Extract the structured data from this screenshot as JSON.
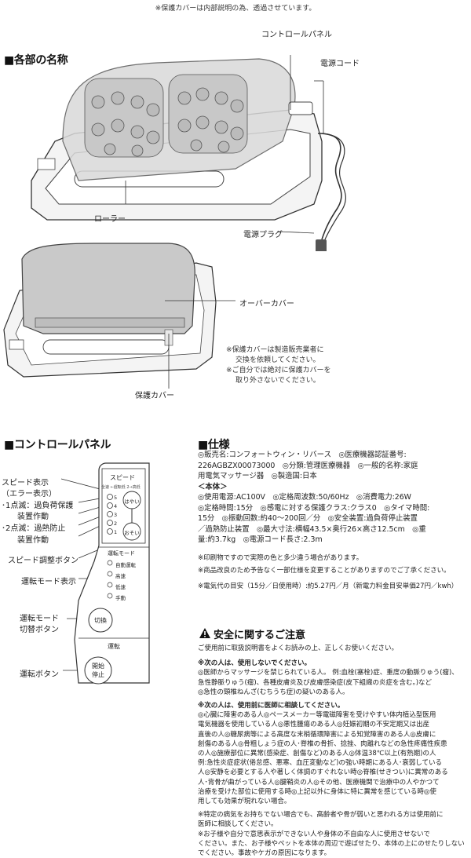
{
  "top_note": "※保護カバーは内部説明の為、透過させています。",
  "parts": {
    "heading": "■各部の名称",
    "control_panel": "コントロールパネル",
    "power_cord": "電源コード",
    "roller": "ローラー",
    "power_plug": "電源プラグ",
    "over_cover": "オーバーカバー",
    "protective_cover": "保護カバー",
    "cover_note_1": "※保護カバーは製造販売業者に",
    "cover_note_2": "交換を依頼してください。",
    "cover_note_3": "※ご自分では絶対に保護カバーを",
    "cover_note_4": "取り外さないでください。"
  },
  "panel": {
    "heading": "■コントロールパネル",
    "speed_display": "スピード表示",
    "error_display": "（エラー表示）",
    "one_blink_1": "･1点滅：過負荷保護",
    "one_blink_2": "装置作動",
    "two_blink_1": "･2点滅：過熱防止",
    "two_blink_2": "装置作動",
    "speed_button": "スピード調整ボタン",
    "mode_display": "運転モード表示",
    "mode_switch_1": "運転モード",
    "mode_switch_2": "切替ボタン",
    "run_button": "運転ボタン",
    "dev_speed": "スピード",
    "dev_speed_sub": "全速 ←遅転低 2→高低",
    "dev_fast": "はやい",
    "dev_slow": "おそい",
    "dev_levels": [
      "5",
      "4",
      "3",
      "2",
      "1"
    ],
    "dev_mode_title": "運転モード",
    "dev_modes": [
      "自動運転",
      "高速",
      "低速",
      "手動"
    ],
    "dev_switch": "切換",
    "dev_run_title": "運転",
    "dev_run_1": "開始",
    "dev_run_2": "停止"
  },
  "spec": {
    "heading": "■仕様",
    "lines": [
      "◎販売名:コンフォートウィン・リバース　◎医療機器認証番号:",
      "226AGBZX00073000　◎分類:管理医療機器　◎一般的名称:家庭",
      "用電気マッサージ器　◎製造国:日本",
      "＜本体＞",
      "◎使用電源:AC100V　◎定格周波数:50/60Hz　◎消費電力:26W",
      "◎定格時間:15分　◎感電に対する保護クラス:クラス0　◎タイマ時間:",
      "15分　◎振動回数:約40～200回／分　◎安全装置:過負荷停止装置",
      "／過熱防止装置　◎最大寸法:横幅43.5×奥行26×高さ12.5cm　◎重",
      "量:約3.7kg　◎電源コード長さ:2.3m"
    ],
    "note_1": "※印刷物ですので実際の色と多少違う場合があります。",
    "note_2": "※商品改良のため予告なく一部仕様を変更することがありますのでご了承ください。",
    "note_3": "※電気代の目安（15分／日使用時）:約5.27円／月（新電力料金目安単価27円／kwh）"
  },
  "safety": {
    "title": "安全に関するご注意",
    "intro": "ご使用前に取扱説明書をよくお読みの上、正しくお使いください。",
    "no_use_title": "※次の人は、使用しないでください。",
    "no_use_lines": [
      "◎医師からマッサージを禁じられている人。 例:血栓(塞栓)症、重度の動脈りゅう(瘤)、",
      "急性静脈りゅう(瘤)、各種皮膚炎及び皮膚感染症(皮下組織の炎症を含む。)など",
      "◎急性の頸椎ねんざ(むちうち症)の疑いのある人。"
    ],
    "consult_title": "※次の人は、使用前に医師に相談してください。",
    "consult_lines": [
      "◎心臓に障害のある人◎ペースメーカー等電磁障害を受けやすい体内植込型医用",
      "電気機器を使用している人◎悪性腫瘍のある人◎妊娠初期の不安定期又は出産",
      "直後の人◎糖尿病等による高度な末梢循環障害による知覚障害のある人◎皮膚に",
      "創傷のある人◎骨粗しょう症の人･脊椎の骨折、捻挫、肉離れなどの急性疼痛性疾患",
      "の人◎施療部位に異常(感染症、創傷など)のある人◎体温38℃以上(有熱期)の人",
      "例:急性炎症症状(倦怠感、悪寒、血圧変動など)の強い時期にある人･衰弱している",
      "人◎安静を必要とする人や著しく体調のすぐれない時◎脊椎(せきつい)に異常のある",
      "人･背骨が曲がっている人◎腱鞘炎の人◎その他、医療機関で治療中の人やかつて",
      "治療を受けた部位に使用する時◎上記以外に身体に特に異常を感じている時◎使",
      "用しても効果が現れない場合。"
    ],
    "extra_lines": [
      "※特定の病気をお持ちでない場合でも、高齢者や骨が弱いと思われる方は使用前に",
      "医師に相談してください。",
      "※お子様や自分で意思表示ができない人や身体の不自由な人に使用させないで",
      "ください。また、お子様やペットを本体の周辺で遊ばせたり、本体の上にのせたりしない",
      "でください。事故やケガの原因になります。"
    ]
  }
}
